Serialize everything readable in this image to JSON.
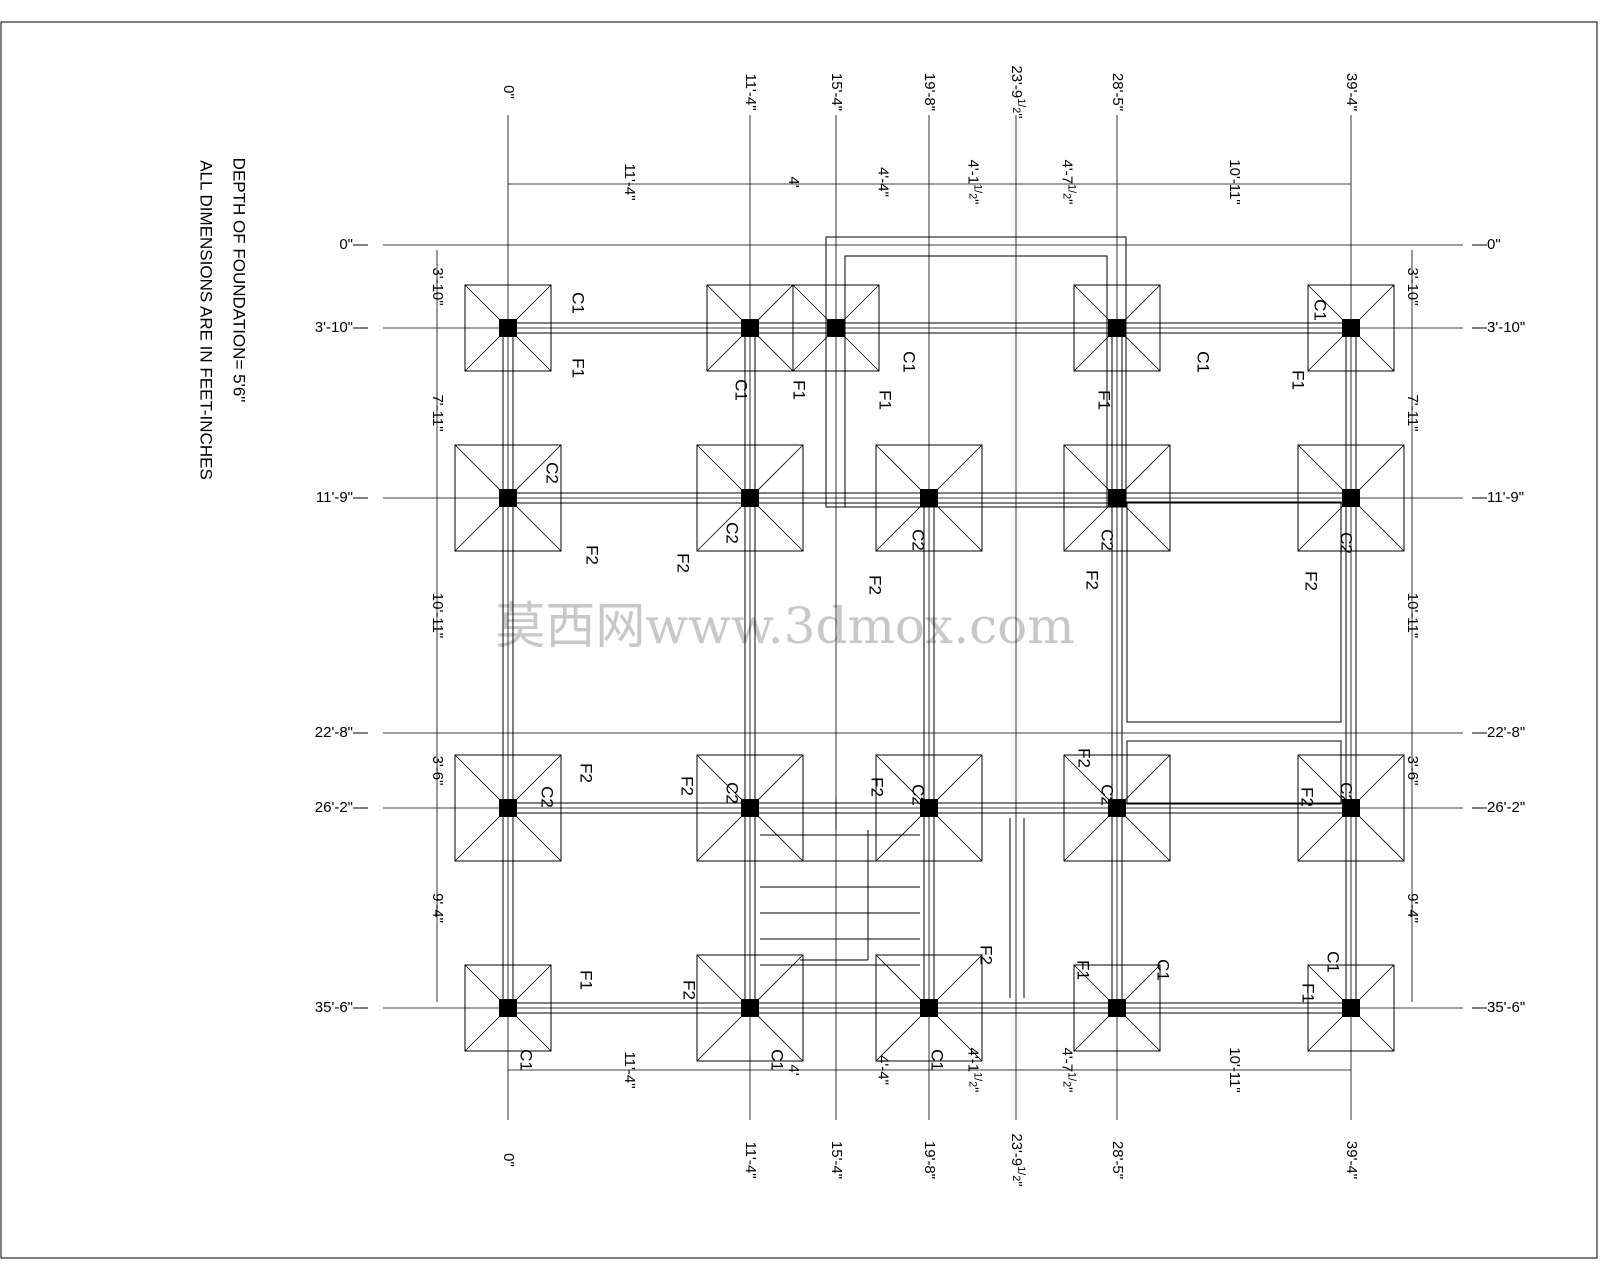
{
  "notes": {
    "depth": "DEPTH OF FOUNDATION= 5'6\"",
    "units": "ALL DIMENSIONS ARE IN FEET-INCHES"
  },
  "watermark": "莫西网www.3dmox.com",
  "gridlines_vertical": [
    {
      "id": "0",
      "label": "0\""
    },
    {
      "id": "11-4",
      "label": "11'-4\""
    },
    {
      "id": "15-4",
      "label": "15'-4\""
    },
    {
      "id": "19-8",
      "label": "19'-8\""
    },
    {
      "id": "23-9.5",
      "label": "23'-9",
      "frac_num": "1",
      "frac_den": "2",
      "suffix": "\""
    },
    {
      "id": "28-5",
      "label": "28'-5\""
    },
    {
      "id": "39-4",
      "label": "39'-4\""
    }
  ],
  "gridlines_horizontal": [
    {
      "id": "0",
      "label": "0\""
    },
    {
      "id": "3-10",
      "label": "3'-10\""
    },
    {
      "id": "11-9",
      "label": "11'-9\""
    },
    {
      "id": "22-8",
      "label": "22'-8\""
    },
    {
      "id": "26-2",
      "label": "26'-2\""
    },
    {
      "id": "35-6",
      "label": "35'-6\""
    }
  ],
  "spacings_horizontal": [
    {
      "label": "11'-4\""
    },
    {
      "label": "4'"
    },
    {
      "label": "4'-4\""
    },
    {
      "label": "4'-1",
      "frac_num": "1",
      "frac_den": "2",
      "suffix": "\""
    },
    {
      "label": "4'-7",
      "frac_num": "1",
      "frac_den": "2",
      "suffix": "\""
    },
    {
      "label": "10'-11\""
    }
  ],
  "spacings_vertical": [
    {
      "label": "3'-10\""
    },
    {
      "label": "7'-11\""
    },
    {
      "label": "10'-11\""
    },
    {
      "label": "3'-6\""
    },
    {
      "label": "9'-4\""
    }
  ],
  "column_labels": {
    "c1": "C1",
    "c2": "C2"
  },
  "footing_labels": {
    "f1": "F1",
    "f2": "F2"
  }
}
